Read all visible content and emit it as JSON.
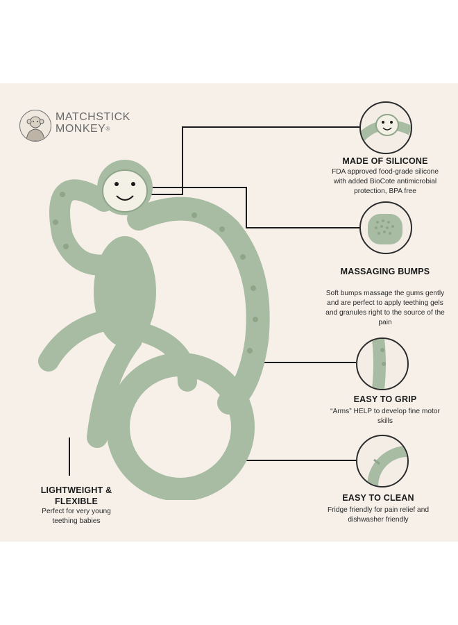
{
  "brand": {
    "line1": "MATCHSTICK",
    "line2": "MONKEY",
    "registered": "®"
  },
  "features": [
    {
      "title": "MADE OF SILICONE",
      "desc": "FDA approved food-grade silicone with added BioCote antimicrobial protection, BPA free"
    },
    {
      "title": "MASSAGING BUMPS",
      "desc": "Soft bumps massage the gums gently and are perfect to apply teething gels and granules right to the source of the pain"
    },
    {
      "title": "EASY TO GRIP",
      "desc": "“Arms” HELP to develop fine motor skills"
    },
    {
      "title": "EASY TO CLEAN",
      "desc": "Fridge friendly for pain relief and dishwasher friendly"
    },
    {
      "title": "LIGHTWEIGHT & FLEXIBLE",
      "desc": "Perfect for very young teething babies"
    }
  ],
  "colors": {
    "panel": "#f6f0e9",
    "product": "#a7bca2",
    "product_dark": "#8ea58a",
    "face": "#f3f1e6",
    "line": "#1a1a1a"
  },
  "icons": [
    "monkey-logo-icon",
    "monkey-face-closeup-icon",
    "bumps-closeup-icon",
    "arm-closeup-icon",
    "ring-closeup-icon"
  ]
}
